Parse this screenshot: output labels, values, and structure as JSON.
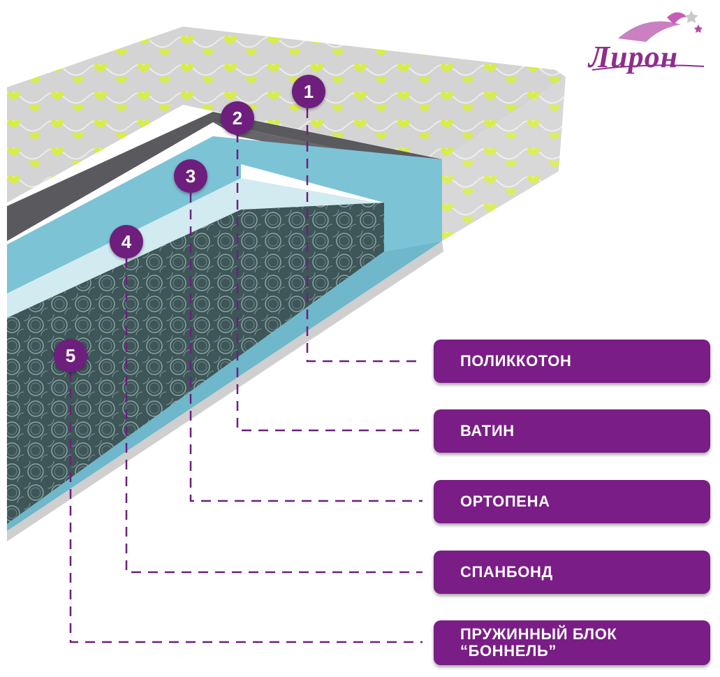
{
  "brand": {
    "name": "Лирон"
  },
  "layers": [
    {
      "number": "1",
      "label": "ПОЛИККОТОН"
    },
    {
      "number": "2",
      "label": "ВАТИН"
    },
    {
      "number": "3",
      "label": "ОРТОПЕНА"
    },
    {
      "number": "4",
      "label": "СПАНБОНД"
    },
    {
      "number": "5",
      "label": "ПРУЖИННЫЙ БЛОК\n“БОННЕЛЬ”"
    }
  ],
  "colors": {
    "accent": "#7a1d86",
    "foam": "#7cc3d6",
    "fabric": "#d9d9d9",
    "heart": "#d8ec4a",
    "batting": "#5a5a5e",
    "springs": "#3f5a5c"
  }
}
